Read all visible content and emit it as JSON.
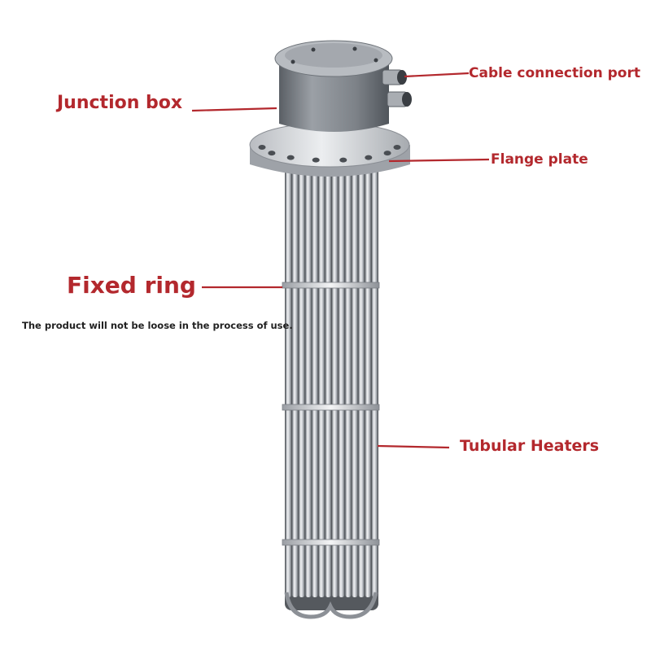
{
  "labels": {
    "junction_box": "Junction box",
    "cable_connection_port": "Cable connection port",
    "flange_plate": "Flange plate",
    "fixed_ring": "Fixed ring",
    "fixed_ring_note": "The product will not be loose in the process of use.",
    "tubular_heaters": "Tubular Heaters"
  },
  "colors": {
    "label_text": "#b3282d",
    "leader_line": "#b3282d",
    "note_text": "#222222",
    "steel_light": "#e4e6e9",
    "steel_dark": "#6d7278",
    "background": "#ffffff"
  },
  "components": {
    "heater_tube_count": 14,
    "flange_bolt_hole_count": 8,
    "fixed_ring_count": 3
  }
}
